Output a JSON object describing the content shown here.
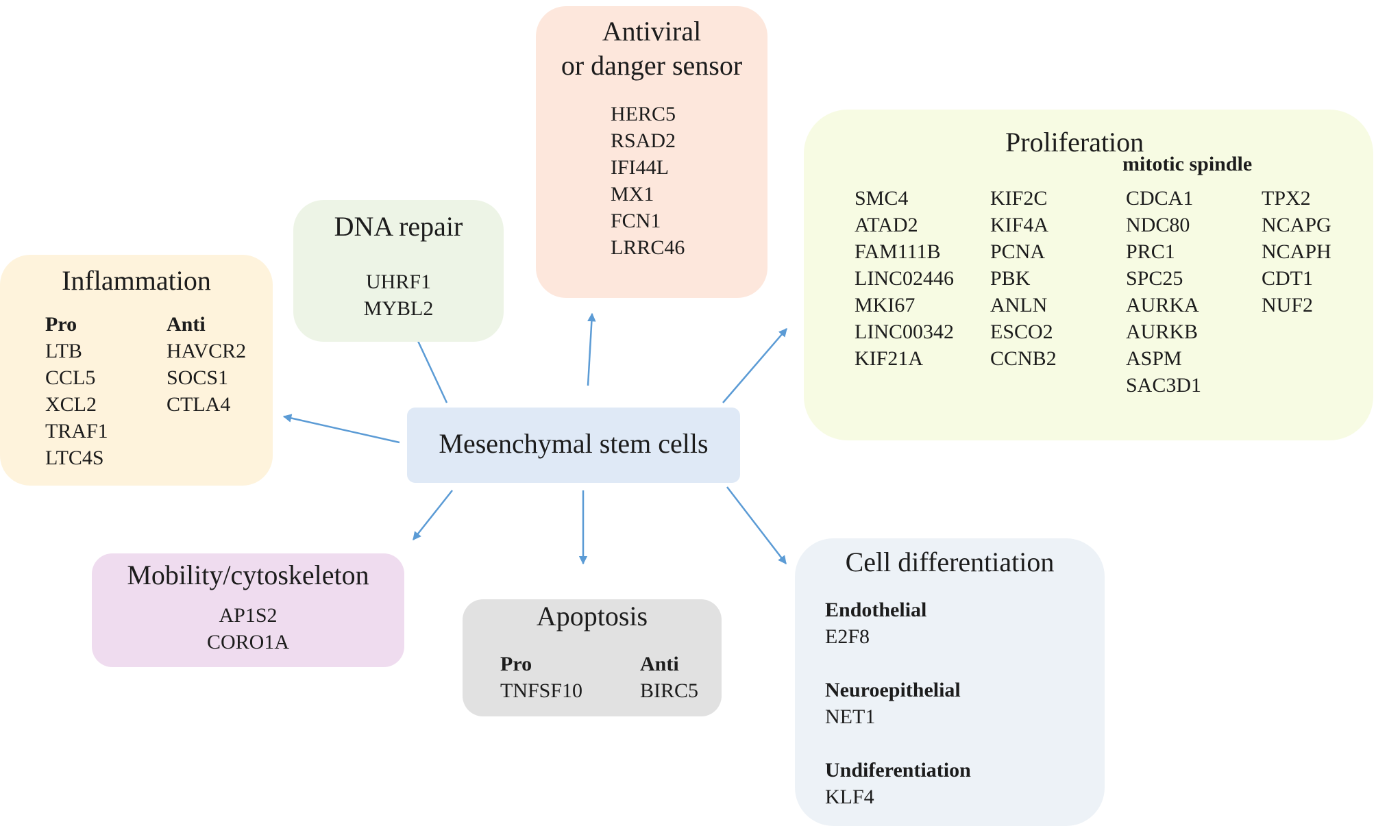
{
  "colors": {
    "center": "#dfe9f6",
    "antiviral": "#fde7dc",
    "dna_repair": "#edf4e6",
    "inflammation": "#fef3dc",
    "proliferation": "#f7fbe3",
    "mobility": "#efdcef",
    "apoptosis": "#e1e1e1",
    "differentiation": "#edf2f7",
    "arrow": "#5b9bd5"
  },
  "center": {
    "label": "Mesenchymal stem cells"
  },
  "antiviral": {
    "title_line1": "Antiviral",
    "title_line2": "or danger sensor",
    "genes": [
      "HERC5",
      "RSAD2",
      "IFI44L",
      "MX1",
      "FCN1",
      "LRRC46"
    ]
  },
  "dna_repair": {
    "title": "DNA repair",
    "genes": [
      "UHRF1",
      "MYBL2"
    ]
  },
  "inflammation": {
    "title": "Inflammation",
    "pro": {
      "header": "Pro",
      "genes": [
        "LTB",
        "CCL5",
        "XCL2",
        "TRAF1",
        "LTC4S"
      ]
    },
    "anti": {
      "header": "Anti",
      "genes": [
        "HAVCR2",
        "SOCS1",
        "CTLA4"
      ]
    }
  },
  "proliferation": {
    "title": "Proliferation",
    "mitotic_header": "mitotic spindle",
    "columns": [
      [
        "SMC4",
        "ATAD2",
        "FAM111B",
        "LINC02446",
        "MKI67",
        "LINC00342",
        "KIF21A"
      ],
      [
        "KIF2C",
        "KIF4A",
        "PCNA",
        "PBK",
        "ANLN",
        "ESCO2",
        "CCNB2"
      ],
      [
        "CDCA1",
        "NDC80",
        "PRC1",
        "SPC25",
        "AURKA",
        "AURKB",
        "ASPM",
        "SAC3D1"
      ],
      [
        "TPX2",
        "NCAPG",
        "NCAPH",
        "CDT1",
        "NUF2"
      ]
    ]
  },
  "mobility": {
    "title": "Mobility/cytoskeleton",
    "genes": [
      "AP1S2",
      "CORO1A"
    ]
  },
  "apoptosis": {
    "title": "Apoptosis",
    "pro": {
      "header": "Pro",
      "genes": [
        "TNFSF10"
      ]
    },
    "anti": {
      "header": "Anti",
      "genes": [
        "BIRC5"
      ]
    }
  },
  "differentiation": {
    "title": "Cell differentiation",
    "groups": [
      {
        "header": "Endothelial",
        "gene": "E2F8"
      },
      {
        "header": "Neuroepithelial",
        "gene": "NET1"
      },
      {
        "header": "Undiferentiation",
        "gene": "KLF4"
      }
    ]
  }
}
